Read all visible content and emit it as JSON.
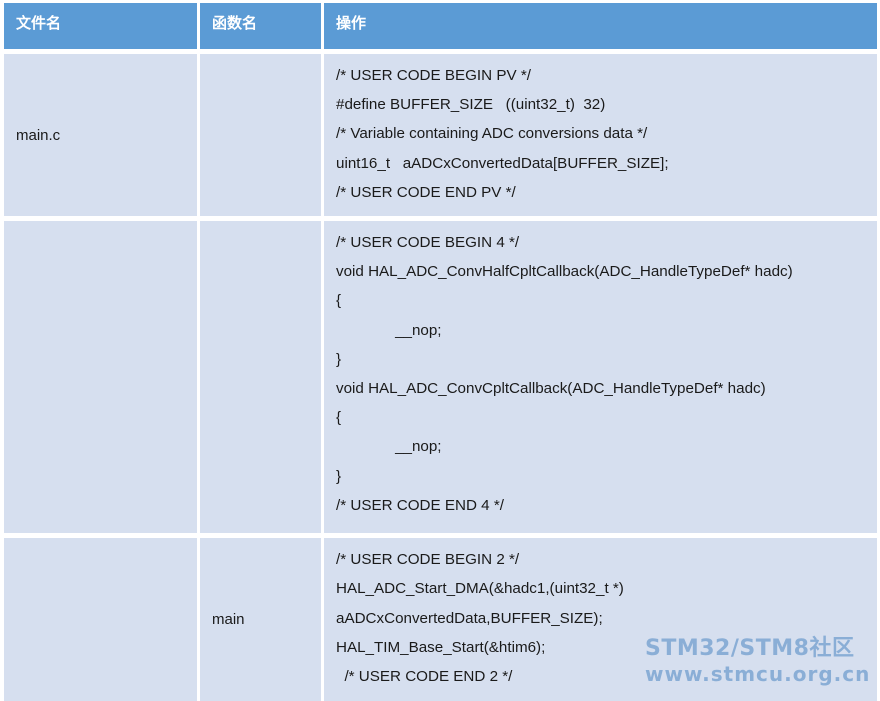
{
  "header": {
    "col_file": "文件名",
    "col_function": "函数名",
    "col_operation": "操作"
  },
  "rows": [
    {
      "file": "main.c",
      "function": "",
      "lines": [
        "/* USER CODE BEGIN PV */",
        "#define BUFFER_SIZE   ((uint32_t)  32)",
        "/* Variable containing ADC conversions data */",
        "uint16_t   aADCxConvertedData[BUFFER_SIZE];",
        "/* USER CODE END PV */"
      ]
    },
    {
      "file": "",
      "function": "",
      "lines": [
        "/* USER CODE BEGIN 4 */",
        "void HAL_ADC_ConvHalfCpltCallback(ADC_HandleTypeDef* hadc)",
        "{",
        "              __nop;",
        "}",
        "void HAL_ADC_ConvCpltCallback(ADC_HandleTypeDef* hadc)",
        "{",
        "              __nop;",
        "}",
        "/* USER CODE END 4 */"
      ]
    },
    {
      "file": "",
      "function": "main",
      "lines": [
        "/* USER CODE BEGIN 2 */",
        "HAL_ADC_Start_DMA(&hadc1,(uint32_t *)",
        "aADCxConvertedData,BUFFER_SIZE);",
        "HAL_TIM_Base_Start(&htim6);",
        "  /* USER CODE END 2 */"
      ]
    }
  ],
  "watermark": {
    "line1": "STM32/STM8社区",
    "line2": "www.stmcu.org.cn"
  },
  "colors": {
    "header_bg": "#5b9bd5",
    "cell_bg": "#d6dfef"
  }
}
